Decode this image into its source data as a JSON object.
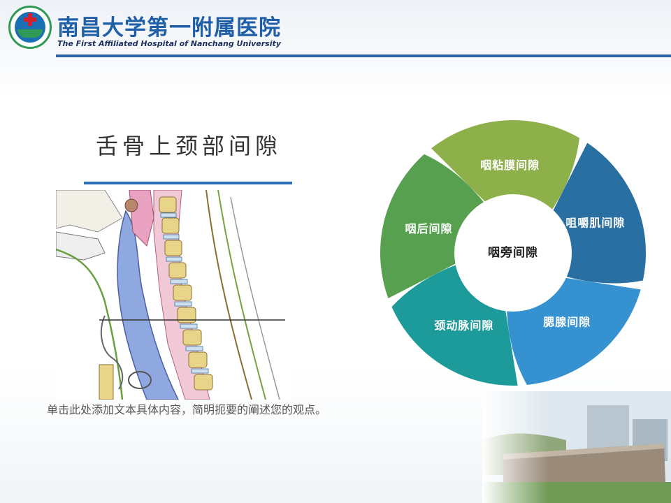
{
  "header": {
    "hospital_cn": "南昌大学第一附属医院",
    "hospital_en": "The First Affiliated Hospital of Nanchang University"
  },
  "slide": {
    "title": "舌骨上颈部间隙",
    "caption": "单击此处添加文本具体内容，简明扼要的阐述您的观点。"
  },
  "cycle": {
    "center": "咽旁间隙",
    "segments": [
      "咽粘膜间隙",
      "咀嚼肌间隙",
      "腮腺间隙",
      "颈动脉间隙",
      "咽后间隙"
    ],
    "colors": [
      "#8db04a",
      "#2a6fa2",
      "#3591cf",
      "#1d9a9a",
      "#56a04f"
    ]
  },
  "colors": {
    "header_blue": "#2f63a6",
    "title_underline": "#2e6fb5"
  }
}
